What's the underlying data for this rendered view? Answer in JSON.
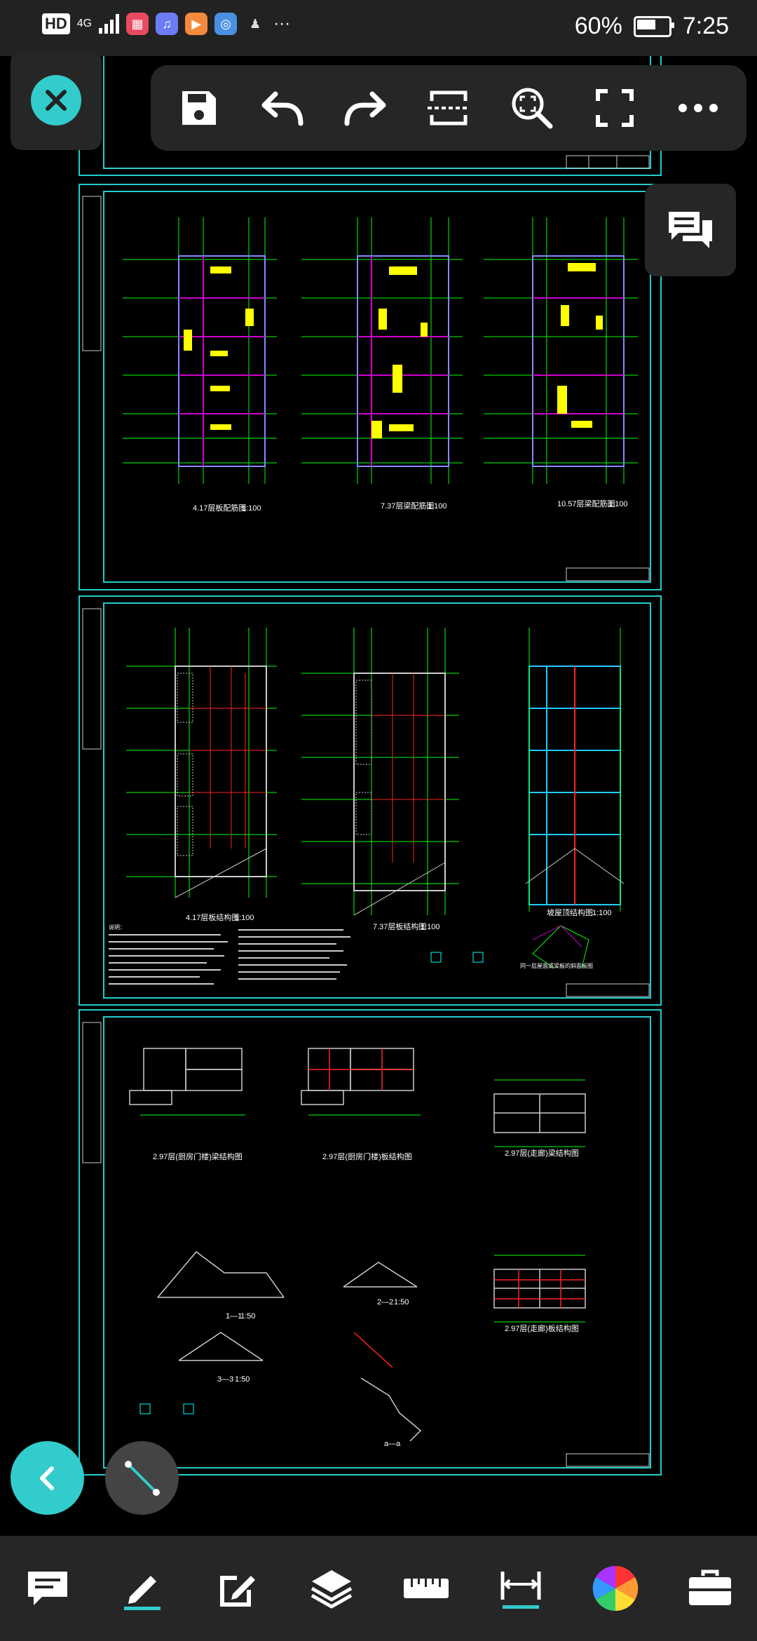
{
  "status_bar": {
    "network_type": "4G",
    "hd_label": "HD",
    "battery_percent": "60%",
    "battery_level": 0.6,
    "time": "7:25",
    "more": "···"
  },
  "toolbar": {
    "items": [
      "close-icon",
      "save-icon",
      "undo-icon",
      "redo-icon",
      "split-view-icon",
      "zoom-fit-icon",
      "fullscreen-icon",
      "more-icon"
    ]
  },
  "drawings": {
    "sheet2": {
      "titles": [
        "4.17层板配筋图",
        "7.37层梁配筋图",
        "10.57层梁配筋图"
      ],
      "scales": [
        "1:100",
        "1:100",
        "1:100"
      ]
    },
    "sheet3": {
      "titles": [
        "4.17层板结构图",
        "7.37层板结构图",
        "坡屋顶结构图"
      ],
      "scales": [
        "1:100",
        "1:100",
        "1:100"
      ],
      "detail_title": "同一层屋面或梁板的斜面板图",
      "notes_title": "说明："
    },
    "sheet4": {
      "titles": [
        "2.97层(厨房门楼)梁结构图",
        "2.97层(厨房门楼)板结构图",
        "2.97层(走廊)梁结构图",
        "2.97层(走廊)板结构图"
      ],
      "sections": [
        "1—1",
        "2—2",
        "3—3",
        "a—a"
      ],
      "section_scales": [
        "1:50",
        "1:50",
        "1:50"
      ]
    }
  },
  "bottom_toolbar": {
    "items": [
      "comment-icon",
      "pen-icon",
      "edit-icon",
      "layers-icon",
      "ruler-icon",
      "dimension-icon",
      "color-wheel-icon",
      "toolbox-icon"
    ]
  },
  "colors": {
    "accent": "#33cccc",
    "cad_background": "#000000",
    "cad_border": "#22cccc",
    "cad_grid": "#00ff00",
    "cad_annotation": "#ffff00",
    "cad_beam": "#cc00cc",
    "cad_rebar": "#ff2222"
  }
}
